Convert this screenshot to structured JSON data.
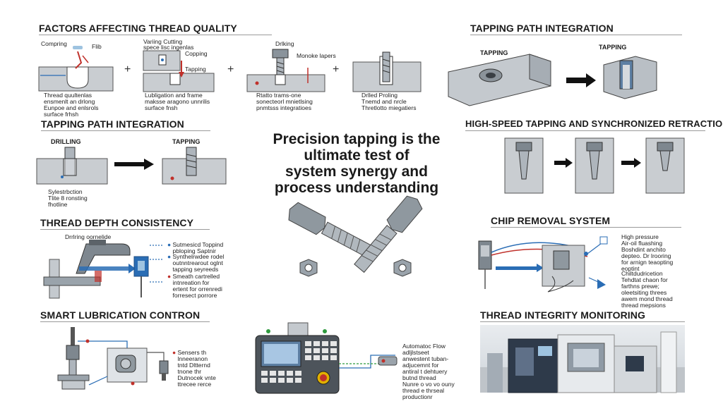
{
  "center": {
    "lines": [
      "Precision tapping is the",
      "ultimate test of",
      "system synergy and",
      "process understanding"
    ]
  },
  "sections": {
    "factors": {
      "title": "FACTORS AFFECTING THREAD QUALITY",
      "panel1": {
        "label_a": "Compring",
        "label_b": "Flib",
        "caption": [
          "Thread quultenlas",
          "ensmenlt an drlong",
          "Eunpoe and enlsrols",
          "surface frhsh"
        ]
      },
      "panel2": {
        "label_a": "Variing Cutting",
        "label_b": "spece lisc ingenlas",
        "label_c": "Copping",
        "label_d": "Tapping",
        "caption": [
          "Lubligation and frame",
          "maksse aragono unnrilis",
          "surface fnsh"
        ]
      },
      "panel3": {
        "label_a": "Drlking",
        "label_b": "Monoke lapers",
        "caption": [
          "Rtatto trams-one",
          "sonecteorl mnietlsing",
          "pnmtsss integratioes"
        ]
      },
      "panel4": {
        "caption": [
          "Drlled Proling",
          "Tnemd and nrcle",
          "Thretlotto miegatiers"
        ]
      }
    },
    "path_top": {
      "title": "TAPPING PATH INTEGRATION",
      "label_left": "TAPPING",
      "label_right": "TAPPING"
    },
    "path_left": {
      "title": "TAPPING PATH INTEGRATION",
      "label_left": "DRILLING",
      "label_right": "TAPPING",
      "caption": [
        "Sylestrbction",
        "Tlite 8 ronsting",
        "fhotline"
      ]
    },
    "high_speed": {
      "title": "HIGH-SPEED TAPPING AND SYNCHRONIZED RETRACTION"
    },
    "depth": {
      "title": "THREAD DEPTH CONSISTENCY",
      "label_top": "Drrlring oornelide",
      "note1": [
        "Sutmesicd Toppind",
        "pbloping Saptnir"
      ],
      "note2": [
        "Synthelrwdee rodel",
        "outnntrearout oglnt",
        "tapping seyreeds"
      ],
      "note3": [
        "Smeath cartrelled",
        "intnreation for",
        "ertent for orrenredi",
        "forresect porrore"
      ]
    },
    "chip": {
      "title": "CHIP REMOVAL SYSTEM",
      "note1": [
        "High pressure",
        "Air-oil fluashing",
        "Boshdint anchito",
        "depteo. Dr lrooring",
        "for arnign teaopting",
        "eoptint"
      ],
      "note2": [
        "Chiltdudricetion",
        "Tehdtat chaon for",
        "farthns prewe;",
        "oleetsiting threes",
        "awem mond thread",
        "thread mepsions"
      ]
    },
    "lubrication": {
      "title": "SMART LUBRICATION CONTRON",
      "note": [
        "Sensers th",
        "lnneeranon",
        "tntd Dltternd",
        "tnone thr",
        "Dutnocek vnte",
        "ttrecee rerce"
      ]
    },
    "controller": {
      "note": [
        "Automatoc Flow",
        "adljlstseet",
        "anwestent tuban-",
        "adjucemnt for",
        "antiral t dehtuery",
        "butnd thread",
        "Nunre o vo vo ouny",
        "thread e thrseal",
        "productionr"
      ]
    },
    "monitoring": {
      "title": "THREAD INTEGRITY MONITORING"
    }
  },
  "colors": {
    "accent_blue": "#2a6db5",
    "accent_red": "#c0312b",
    "steel": "#9aa3ab",
    "dark": "#111111"
  },
  "icons": [
    "bolt-icon",
    "nut-icon",
    "arrow-right-icon",
    "plus-icon"
  ]
}
